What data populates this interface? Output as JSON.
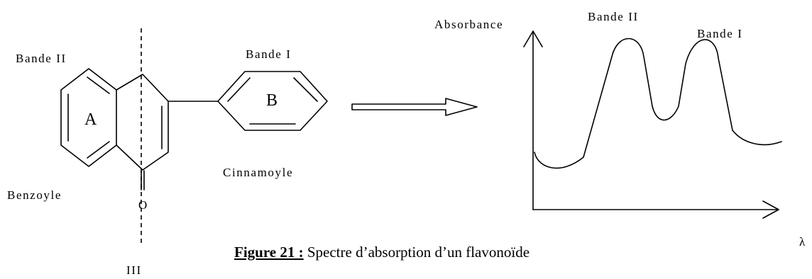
{
  "structure": {
    "label_band_ii": "Bande II",
    "label_band_i": "Bande I",
    "ring_a": "A",
    "ring_b": "B",
    "label_benzoyle": "Benzoyle",
    "label_cinnamoyle": "Cinnamoyle",
    "oxygen": "O",
    "label_band_iii": "III"
  },
  "spectrum": {
    "ylabel": "Absorbance",
    "xlabel": "λ",
    "peak_band_ii": "Bande II",
    "peak_band_i": "Bande I"
  },
  "caption": {
    "figure_label": "Figure 21 :",
    "text": " Spectre d’absorption d’un flavonoïde"
  }
}
